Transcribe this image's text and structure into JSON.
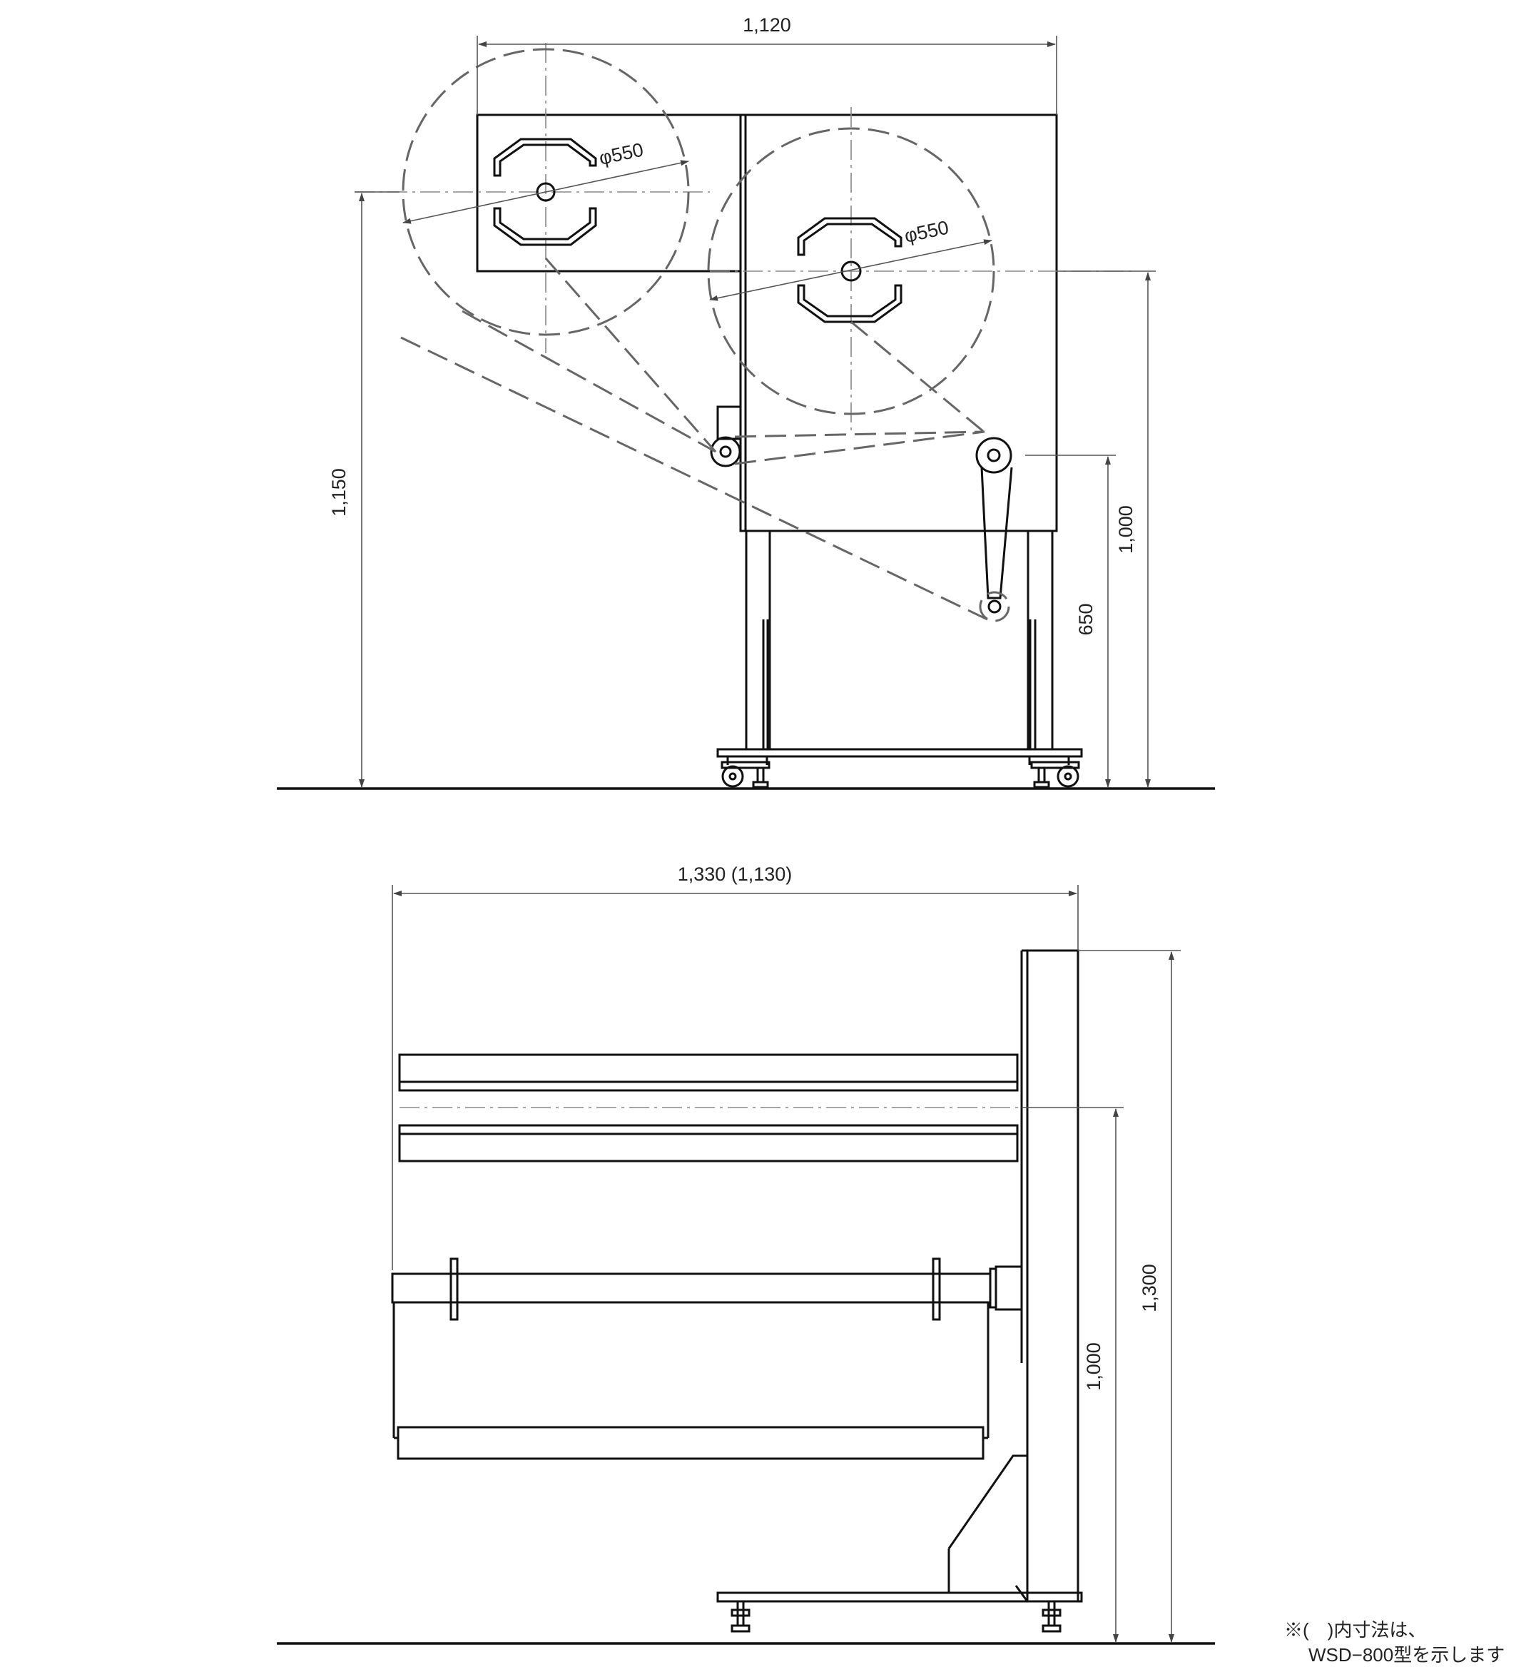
{
  "front_view": {
    "dim_width": "1,120",
    "dim_roll_dia_left": "φ550",
    "dim_roll_dia_right": "φ550",
    "dim_height_total": "1,150",
    "dim_height_upper": "1,000",
    "dim_height_lower": "650"
  },
  "side_view": {
    "dim_width": "1,330 (1,130)",
    "dim_height_total": "1,300",
    "dim_height_roll": "1,000"
  },
  "note": {
    "line1": "※(　)内寸法は、",
    "line2": "WSD−800型を示します"
  }
}
